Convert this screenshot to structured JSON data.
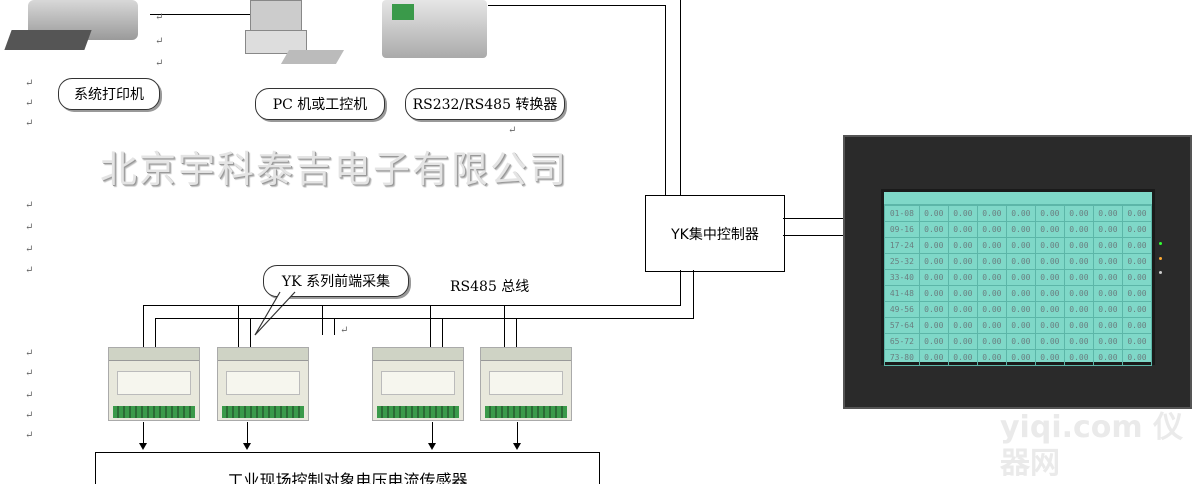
{
  "callouts": {
    "printer": "系统打印机",
    "pc": "PC 机或工控机",
    "converter": "RS232/RS485 转换器",
    "frontend": "YK 系列前端采集"
  },
  "controller_label": "YK集中控制器",
  "bus_label": "RS485 总线",
  "sensor_box_label": "工业现场控制对象电压电流传感器",
  "watermark": "北京宇科泰吉电子有限公司",
  "site_watermark": "yiqi.com 仪器网",
  "paragraph_mark": "↵",
  "lcd": {
    "rows": [
      "01-08",
      "09-16",
      "17-24",
      "25-32",
      "33-40",
      "41-48",
      "49-56",
      "57-64",
      "65-72",
      "73-80"
    ],
    "value": "0.00"
  },
  "colors": {
    "lcd": "#7fd8c8",
    "bezel": "#2a2a2a"
  }
}
